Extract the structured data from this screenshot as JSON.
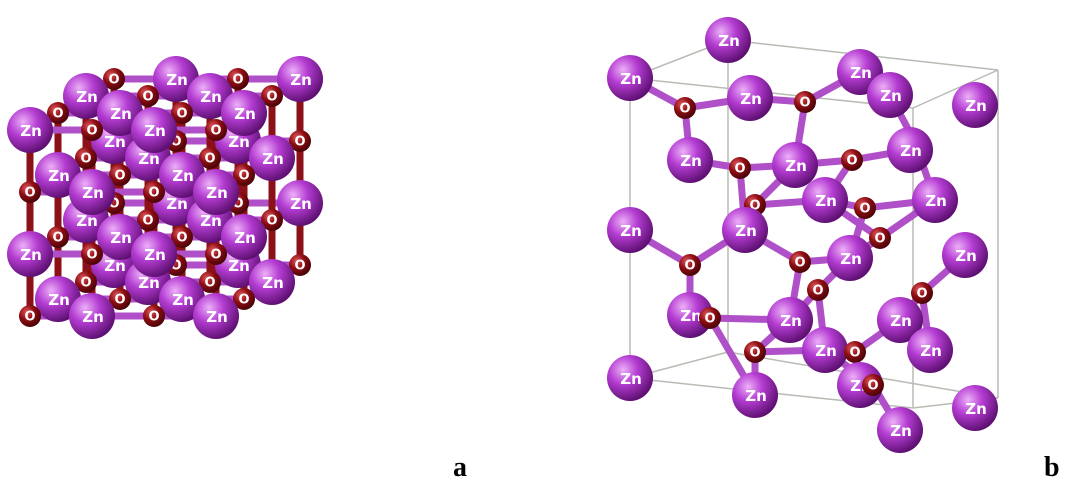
{
  "panel_a": {
    "label": "a"
  },
  "panel_b": {
    "label": "b"
  },
  "atoms": {
    "zinc_label": "Zn",
    "oxygen_label": "O"
  },
  "colors": {
    "zinc": "#b43cd2",
    "zinc_highlight": "#e7a2f5",
    "zinc_shadow": "#6a1480",
    "oxygen": "#8c0d12",
    "oxygen_highlight": "#d8464b",
    "bond_zn": "#b050c8",
    "bond_o": "#8c1018",
    "cell_edge": "#b8bcb4"
  }
}
